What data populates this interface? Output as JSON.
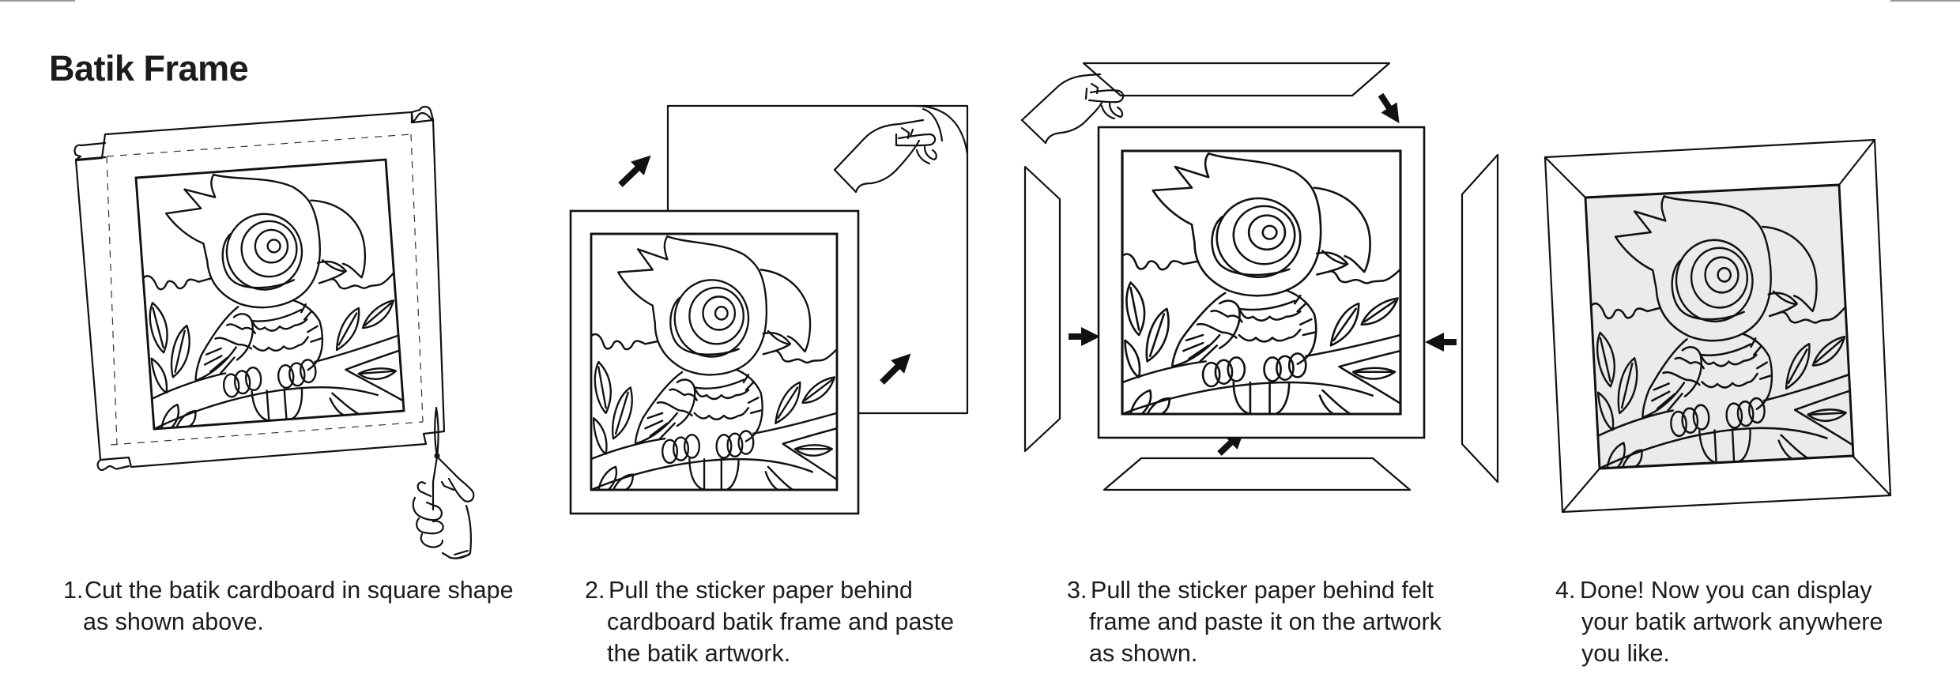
{
  "title": "Batik Frame",
  "colors": {
    "ink": "#111111",
    "paper": "#ffffff",
    "finished_artwork_fill": "#ebebeb",
    "rule": "#9a9a9a"
  },
  "steps": [
    {
      "number": "1.",
      "lines": [
        "Cut the batik cardboard in square shape",
        "as shown above."
      ],
      "illustration": "cut-cardboard-with-scissors"
    },
    {
      "number": "2.",
      "lines": [
        "Pull the sticker paper behind",
        "cardboard batik frame and paste",
        "the batik artwork."
      ],
      "illustration": "peel-sticker-paper"
    },
    {
      "number": "3.",
      "lines": [
        "Pull the sticker paper behind felt",
        "frame and paste it on the artwork",
        "as shown."
      ],
      "illustration": "attach-felt-frame-strips"
    },
    {
      "number": "4.",
      "lines": [
        "Done! Now you can display",
        "your batik artwork anywhere",
        "you like."
      ],
      "illustration": "finished-framed-artwork"
    }
  ]
}
